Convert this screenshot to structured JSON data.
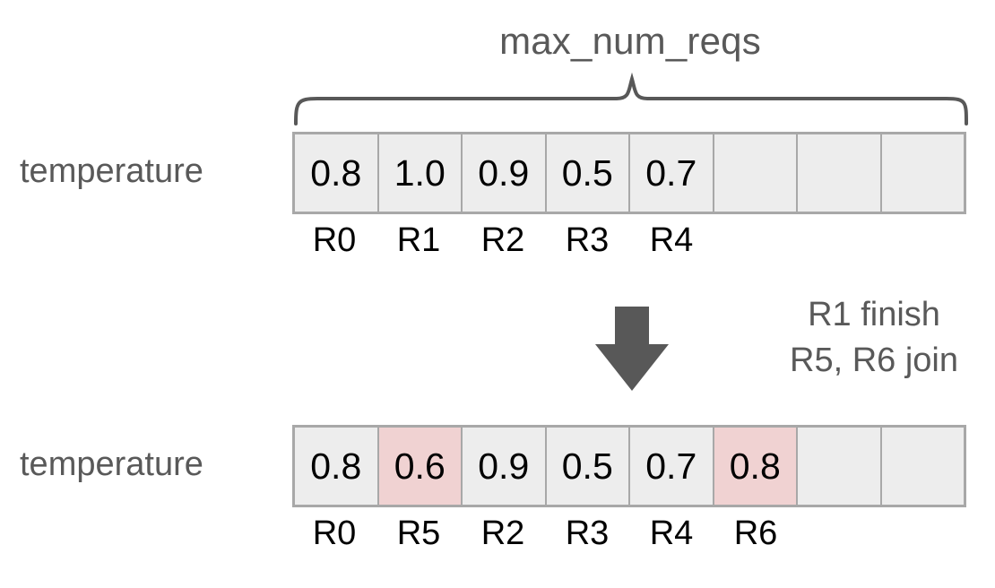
{
  "diagram": {
    "caption": "max_num_reqs",
    "brace_label_name": "max-num-reqs-brace"
  },
  "rows": {
    "before": {
      "label": "temperature",
      "cells": [
        "0.8",
        "1.0",
        "0.9",
        "0.5",
        "0.7",
        "",
        "",
        ""
      ],
      "highlighted": [
        false,
        false,
        false,
        false,
        false,
        false,
        false,
        false
      ],
      "ticks": [
        "R0",
        "R1",
        "R2",
        "R3",
        "R4",
        "",
        "",
        ""
      ]
    },
    "after": {
      "label": "temperature",
      "cells": [
        "0.8",
        "0.6",
        "0.9",
        "0.5",
        "0.7",
        "0.8",
        "",
        ""
      ],
      "highlighted": [
        false,
        true,
        false,
        false,
        false,
        true,
        false,
        false
      ],
      "ticks": [
        "R0",
        "R5",
        "R2",
        "R3",
        "R4",
        "R6",
        "",
        ""
      ]
    }
  },
  "transition": {
    "arrow_icon": "arrow-down-icon",
    "note_line1": "R1 finish",
    "note_line2": "R5, R6 join"
  },
  "colors": {
    "cell_fill": "#ededed",
    "cell_border": "#a8a8a8",
    "highlight_fill": "#f0d2d2",
    "label_gray": "#595959",
    "value_black": "#000000",
    "arrow_gray": "#585858",
    "background": "#ffffff"
  }
}
